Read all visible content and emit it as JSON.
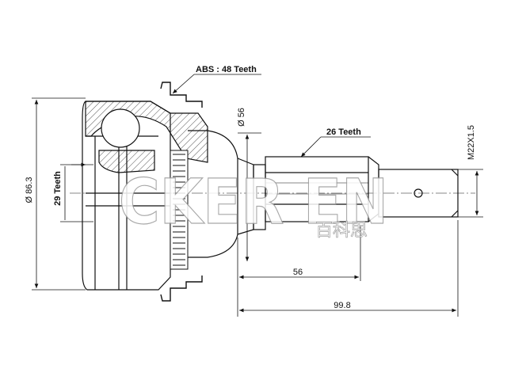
{
  "labels": {
    "abs": "ABS : 48 Teeth",
    "outer_teeth": "26 Teeth",
    "inner_teeth": "29 Teeth",
    "outer_diameter": "Ø 86.3",
    "seal_diameter": "Ø 56",
    "thread": "M22X1.5",
    "shaft_length": "56",
    "total_length": "99.8"
  },
  "watermark": {
    "brand": "CKER EN",
    "sub": "百科思"
  }
}
